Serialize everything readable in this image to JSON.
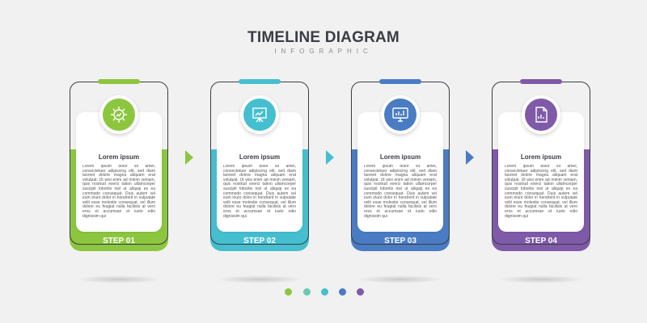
{
  "title": "TIMELINE DIAGRAM",
  "subtitle": "INFOGRAPHIC",
  "steps": [
    {
      "step_label": "STEP 01",
      "heading": "Lorem ipsum",
      "icon": "gear-chart-icon",
      "color": "#8cc63f",
      "body": "Lorem ipsum dolor sit amet, consectetuer adipiscing elit, sed diam laoreet dolore magna aliquam erat volutpat. Ut wisi enim ad minim veniam, quis nostrud exerci tation ullamcorper suscipit lobortis nisl ut aliquip ex ea commodo consequat. Duis autem vel eum iriure dolor in hendrerit in vulputate velit esse molestie consequat, vel illum dolore eu feugiat nulla facilisis at vero eros et accumsan et iusto odio dignissim qui"
    },
    {
      "step_label": "STEP 02",
      "heading": "Lorem ipsum",
      "icon": "presentation-board-icon",
      "color": "#45bfcf",
      "body": "Lorem ipsum dolor sit amet, consectetuer adipiscing elit, sed diam laoreet dolore magna aliquam erat volutpat. Ut wisi enim ad minim veniam, quis nostrud exerci tation ullamcorper suscipit lobortis nisl ut aliquip ex ea commodo consequat. Duis autem vel eum iriure dolor in hendrerit in vulputate velit esse molestie consequat, vel illum dolore eu feugiat nulla facilisis at vero eros et accumsan et iusto odio dignissim qui"
    },
    {
      "step_label": "STEP 03",
      "heading": "Lorem ipsum",
      "icon": "monitor-analytics-icon",
      "color": "#4a7cc4",
      "body": "Lorem ipsum dolor sit amet, consectetuer adipiscing elit, sed diam laoreet dolore magna aliquam erat volutpat. Ut wisi enim ad minim veniam, quis nostrud exerci tation ullamcorper suscipit lobortis nisl ut aliquip ex ea commodo consequat. Duis autem vel eum iriure dolor in hendrerit in vulputate velit esse molestie consequat, vel illum dolore eu feugiat nulla facilisis at vero eros et accumsan et iusto odio dignissim qui"
    },
    {
      "step_label": "STEP 04",
      "heading": "Lorem ipsum",
      "icon": "document-chart-icon",
      "color": "#7f5aa8",
      "body": "Lorem ipsum dolor sit amet, consectetuer adipiscing elit, sed diam laoreet dolore magna aliquam erat volutpat. Ut wisi enim ad minim veniam, quis nostrud exerci tation ullamcorper suscipit lobortis nisl ut aliquip ex ea commodo consequat. Duis autem vel eum iriure dolor in hendrerit in vulputate velit esse molestie consequat, vel illum dolore eu feugiat nulla facilisis at vero eros et accumsan et iusto odio dignissim qui"
    }
  ],
  "arrow_colors": [
    "#8cc63f",
    "#45bfcf",
    "#4a7cc4"
  ],
  "dot_colors": [
    "#8cc63f",
    "#6ccab0",
    "#45bfcf",
    "#4a7cc4",
    "#7f5aa8"
  ]
}
